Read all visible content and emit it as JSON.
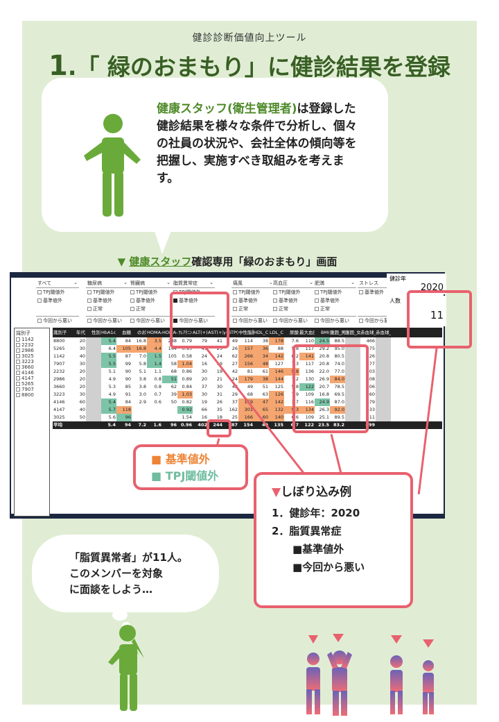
{
  "subtitle": "健診診断価値向上ツール",
  "title": {
    "num": "1",
    "dot": ".",
    "text": "「 緑のおまもり」に健診結果を登録"
  },
  "bubble": {
    "highlight": "健康スタッフ(衛生管理者)",
    "text": "は登録した健診結果を様々な条件で分析し、個々の社員の状況や、会社全体の傾向等を把握し、実施すべき取組みを考えます。"
  },
  "caption": {
    "marker": "▼",
    "highlight": "健康スタッフ",
    "text": "確認専用「緑のおまもり」画面"
  },
  "slicers": [
    {
      "title": "すべて",
      "items": [
        "TPJ閾値外",
        "基準値外"
      ],
      "footer": "今回から悪い"
    },
    {
      "title": "糖尿病",
      "items": [
        "TPJ閾値外",
        "基準値外",
        "正常"
      ],
      "footer": "今回から悪い"
    },
    {
      "title": "腎臓病",
      "items": [
        "TPJ閾値外",
        "基準値外",
        "正常"
      ],
      "footer": "今回から悪い"
    },
    {
      "title": "脂質異常症",
      "items": [
        "TPJ閾値外",
        "基準値外"
      ],
      "footer": "今回から悪い"
    },
    {
      "title": "痛風",
      "items": [
        "TPJ閾値外",
        "基準値外",
        "正常"
      ],
      "footer": "今回から悪い"
    },
    {
      "title": "高血圧",
      "items": [
        "TPJ閾値外",
        "基準値外",
        "正常"
      ],
      "footer": "今回から悪い"
    },
    {
      "title": "肥満",
      "items": [
        "TPJ閾値外",
        "基準値外",
        "正常"
      ],
      "footer": "今回から悪い"
    },
    {
      "title": "ストレス",
      "items": [
        "基準値外"
      ],
      "footer": "今回から悪い"
    }
  ],
  "year_card": {
    "label": "健診年",
    "value": "2020"
  },
  "count_card": {
    "label": "人数",
    "value": "11"
  },
  "id_list": {
    "title": "識別子",
    "items": [
      "1142",
      "2232",
      "2986",
      "3025",
      "3223",
      "3660",
      "4146",
      "4147",
      "5265",
      "7907",
      "8800"
    ]
  },
  "table": {
    "headers": [
      "識別子",
      "年代",
      "性別",
      "HbA1c",
      "血糖",
      "のお゙",
      "HOMA-R",
      "HOMA-B",
      "ｸﾚｱﾁﾆﾝ",
      "ALT(+)",
      "AST(+)",
      "γ-GTP(+)",
      "中性脂肪",
      "HDL_C",
      "LDL_C",
      "尿酸",
      "最大血圧",
      "BMI",
      "腹囲_男",
      "腹囲_女",
      "赤血球_男",
      "赤血球_女"
    ],
    "rows": [
      [
        "8800",
        "20",
        "",
        "5.4",
        "84",
        "16.8",
        "3.5",
        "288",
        "0.79",
        "79",
        "41",
        "49",
        "114",
        "38",
        "178",
        "7.6",
        "110",
        "24.5",
        "88.5",
        "",
        "466",
        ""
      ],
      [
        "5265",
        "30",
        "",
        "6.4",
        "105",
        "16.8",
        "4.4",
        "144",
        "0.93",
        "43",
        "25",
        "26",
        "157",
        "36",
        "88",
        "5.8",
        "117",
        "29.2",
        "95.0",
        "",
        "475",
        ""
      ],
      [
        "1142",
        "40",
        "",
        "5.5",
        "87",
        "7.0",
        "1.5",
        "105",
        "0.58",
        "24",
        "24",
        "62",
        "266",
        "34",
        "142",
        "6.2",
        "141",
        "20.8",
        "80.5",
        "",
        "526",
        ""
      ],
      [
        "7907",
        "30",
        "",
        "5.5",
        "99",
        "5.8",
        "1.4",
        "58",
        "1.04",
        "16",
        "19",
        "27",
        "156",
        "48",
        "127",
        "7.3",
        "117",
        "20.8",
        "74.0",
        "",
        "477",
        ""
      ],
      [
        "2232",
        "20",
        "",
        "5.1",
        "90",
        "5.1",
        "1.1",
        "68",
        "0.86",
        "30",
        "19",
        "42",
        "81",
        "61",
        "146",
        "5.8",
        "136",
        "22.0",
        "77.0",
        "",
        "503",
        ""
      ],
      [
        "2986",
        "20",
        "",
        "4.9",
        "90",
        "3.8",
        "0.8",
        "51",
        "0.89",
        "20",
        "21",
        "24",
        "179",
        "38",
        "144",
        "7.2",
        "130",
        "26.9",
        "84.0",
        "",
        "508",
        ""
      ],
      [
        "3660",
        "20",
        "",
        "5.3",
        "85",
        "3.8",
        "0.8",
        "62",
        "0.84",
        "37",
        "30",
        "42",
        "49",
        "51",
        "125",
        "5.8",
        "122",
        "20.7",
        "78.5",
        "",
        "506",
        ""
      ],
      [
        "3223",
        "30",
        "",
        "4.9",
        "91",
        "3.0",
        "0.7",
        "39",
        "1.03",
        "30",
        "31",
        "29",
        "68",
        "63",
        "126",
        "7.9",
        "109",
        "16.8",
        "69.5",
        "",
        "460",
        ""
      ],
      [
        "4146",
        "60",
        "",
        "5.4",
        "84",
        "2.9",
        "0.6",
        "50",
        "0.82",
        "19",
        "26",
        "37",
        "159",
        "47",
        "142",
        "3.7",
        "116",
        "24.9",
        "87.0",
        "",
        "479",
        ""
      ],
      [
        "4147",
        "40",
        "",
        "5.7",
        "118",
        "",
        "",
        "",
        "0.92",
        "66",
        "35",
        "162",
        "301",
        "65",
        "132",
        "9.3",
        "134",
        "26.3",
        "92.0",
        "",
        "433",
        ""
      ],
      [
        "3025",
        "50",
        "",
        "5.6",
        "96",
        "",
        "",
        "",
        "1.54",
        "16",
        "18",
        "25",
        "166",
        "60",
        "140",
        "6.6",
        "109",
        "25.1",
        "89.5",
        "",
        "511",
        ""
      ]
    ],
    "footer": [
      "平均",
      "",
      "",
      "5.4",
      "94",
      "7.2",
      "1.6",
      "96",
      "0.96",
      "402",
      "244",
      "487",
      "154",
      "49",
      "135",
      "6.7",
      "122",
      "23.5",
      "83.2",
      "",
      "499",
      ""
    ]
  },
  "legend": {
    "orange": "■ 基準値外",
    "teal": "■ TPJ閾値外"
  },
  "example": {
    "marker": "▼",
    "title": "しぼり込み例",
    "item1": "1．健診年：2020",
    "item2": "2．脂質異常症",
    "sub1": "■基準値外",
    "sub2": "■今回から悪い"
  },
  "thought": {
    "line1": "「脂質異常者」が11人。",
    "line2": "このメンバーを対象",
    "line3": "に面談をしよう…"
  },
  "colors": {
    "green": "#4f8a2a",
    "title": "#385f24",
    "red": "#e8616e",
    "orange": "#ee8435",
    "teal": "#6fbca0",
    "bg": "#e0edd4"
  }
}
